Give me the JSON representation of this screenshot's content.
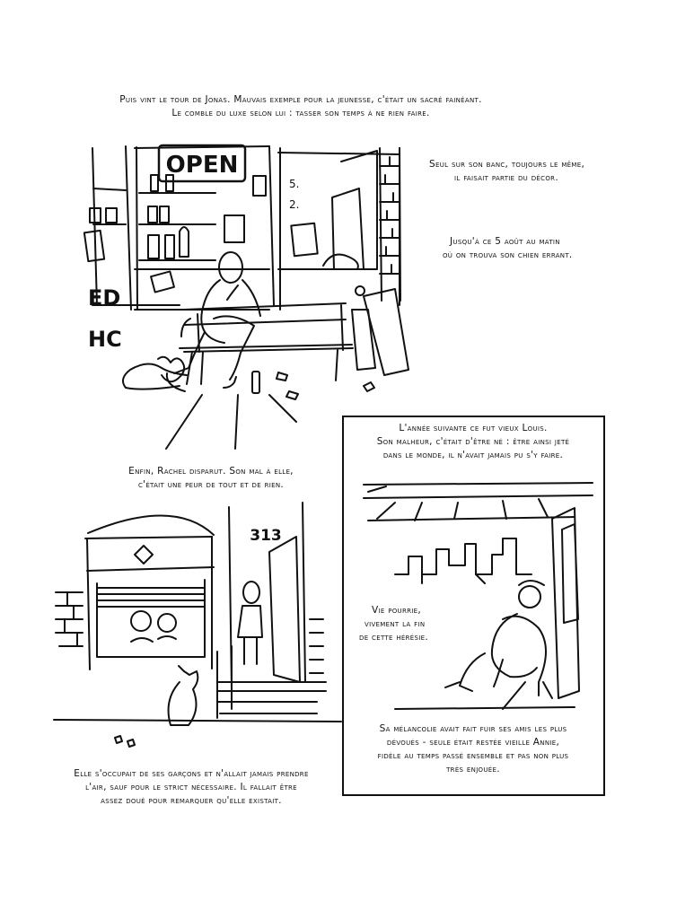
{
  "panel1": {
    "caption": [
      "Puis vint le tour de Jonas. Mauvais exemple pour la jeunesse, c'était un sacré fainéant.",
      "Le comble du luxe selon lui : tasser son temps à ne rien faire."
    ],
    "side_caption_1": [
      "Seul sur son banc, toujours le même,",
      "il faisait partie du décor."
    ],
    "side_caption_2": [
      "Jusqu'à ce 5 août au matin",
      "où on trouva son chien errant."
    ],
    "sign": "OPEN",
    "menu_numbers": [
      "5.",
      "2."
    ],
    "wall_letters": [
      "ED",
      "HC"
    ]
  },
  "panel2": {
    "caption": [
      "Enfin, Rachel disparut. Son mal à elle,",
      "c'était une peur de tout et de rien."
    ],
    "door_number": "313",
    "bottom_caption": [
      "Elle s'occupait de ses garçons et n'allait jamais prendre",
      "l'air, sauf pour le strict nécessaire. Il fallait être",
      "assez doué pour remarquer qu'elle existait."
    ]
  },
  "panel3": {
    "caption": [
      "L'année suivante ce fut vieux Louis.",
      "Son malheur, c'était d'être né : être ainsi jeté",
      "dans le monde, il n'avait jamais pu s'y faire."
    ],
    "speech": [
      "Vie pourrie,",
      "vivement la fin",
      "de cette hérésie."
    ],
    "bottom_caption": [
      "Sa mélancolie avait fait fuir ses amis les plus",
      "dévoués - seule était restée vieille Annie,",
      "fidèle au temps passé ensemble et pas non plus",
      "très enjouée."
    ]
  }
}
